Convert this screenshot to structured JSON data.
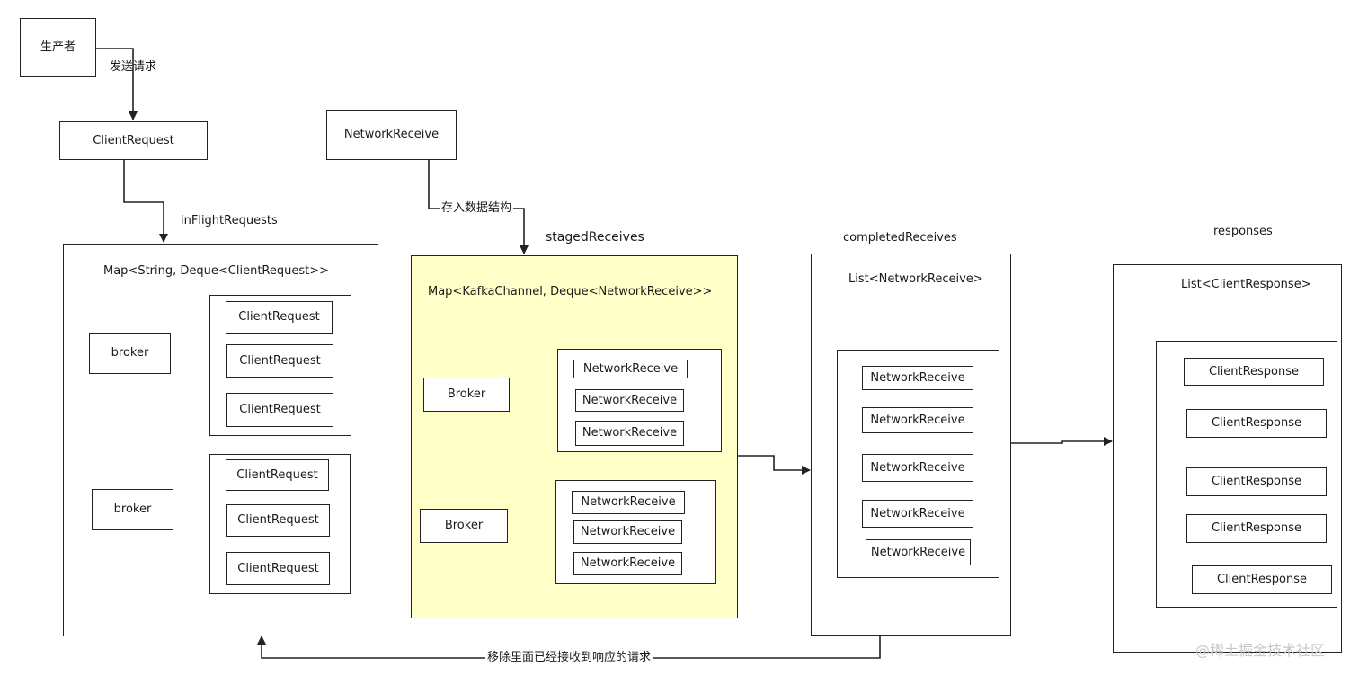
{
  "producer": "生产者",
  "send_request": "发送请求",
  "client_request_top": "ClientRequest",
  "in_flight_requests": "inFlightRequests",
  "network_receive_top": "NetworkReceive",
  "store_data_structure": "存入数据结构",
  "staged_receives": "stagedReceives",
  "completed_receives": "completedReceives",
  "responses": "responses",
  "inflight_box": {
    "type_label": "Map<String, Deque<ClientRequest>>",
    "groups": [
      {
        "key": "broker",
        "items": [
          "ClientRequest",
          "ClientRequest",
          "ClientRequest"
        ]
      },
      {
        "key": "broker",
        "items": [
          "ClientRequest",
          "ClientRequest",
          "ClientRequest"
        ]
      }
    ]
  },
  "staged_box": {
    "type_label": "Map<KafkaChannel, Deque<NetworkReceive>>",
    "groups": [
      {
        "key": "Broker",
        "items": [
          "NetworkReceive",
          "NetworkReceive",
          "NetworkReceive"
        ]
      },
      {
        "key": "Broker",
        "items": [
          "NetworkReceive",
          "NetworkReceive",
          "NetworkReceive"
        ]
      }
    ]
  },
  "completed_box": {
    "type_label": "List<NetworkReceive>",
    "items": [
      "NetworkReceive",
      "NetworkReceive",
      "NetworkReceive",
      "NetworkReceive",
      "NetworkReceive"
    ]
  },
  "responses_box": {
    "type_label": "List<ClientResponse>",
    "items": [
      "ClientResponse",
      "ClientResponse",
      "ClientResponse",
      "ClientResponse",
      "ClientResponse"
    ]
  },
  "remove_completed": "移除里面已经接收到响应的请求",
  "watermark": "@稀土掘金技术社区",
  "colors": {
    "stroke": "#222222",
    "staged_fill": "#ffffc8"
  }
}
